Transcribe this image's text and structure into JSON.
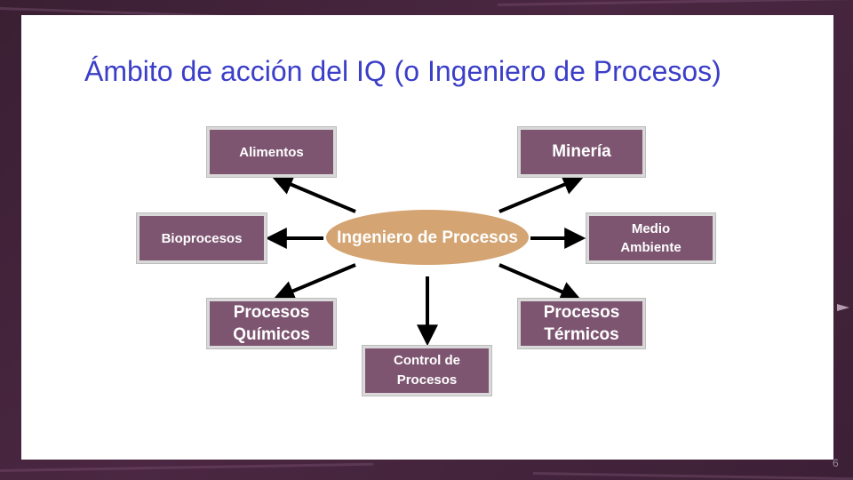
{
  "slide": {
    "title": "Ámbito de acción del IQ (o Ingeniero de Procesos)",
    "page_number": "6"
  },
  "diagram": {
    "center": {
      "line1": "Ingeniero de",
      "line2": "Procesos"
    },
    "nodes": {
      "alimentos": {
        "line1": "Alimentos"
      },
      "mineria": {
        "line1": "Minería"
      },
      "bioprocesos": {
        "line1": "Bioprocesos"
      },
      "medio_ambiente": {
        "line1": "Medio",
        "line2": "Ambiente"
      },
      "procesos_quimicos": {
        "line1": "Procesos",
        "line2": "Químicos"
      },
      "procesos_termicos": {
        "line1": "Procesos",
        "line2": "Térmicos"
      },
      "control_procesos": {
        "line1": "Control de",
        "line2": "Procesos"
      }
    }
  },
  "colors": {
    "title": "#3b3ec8",
    "box_fill": "#7d5570",
    "ellipse_fill": "#d4a472",
    "arrow": "#000000",
    "frame": "#4b2742"
  }
}
